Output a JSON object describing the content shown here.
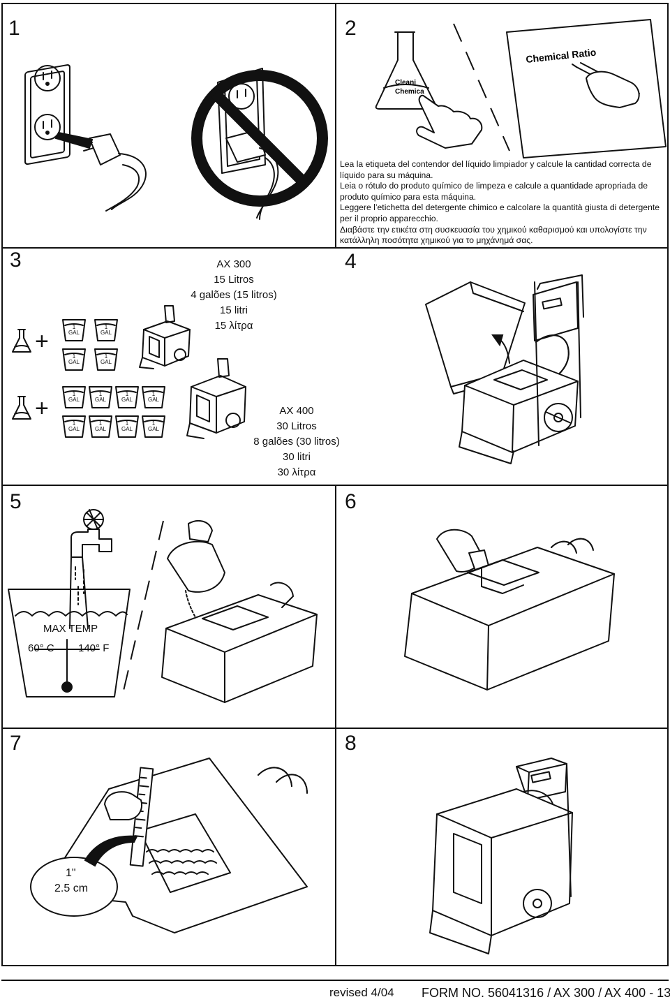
{
  "steps": {
    "s1": "1",
    "s2": "2",
    "s3": "3",
    "s4": "4",
    "s5": "5",
    "s6": "6",
    "s7": "7",
    "s8": "8"
  },
  "step1": {
    "icon": "unplug-icon"
  },
  "step2": {
    "flask_label_1": "Cleani",
    "flask_label_2": "Chemica",
    "sheet_label": "Chemical Ratio",
    "instructions": [
      "Lea la etiqueta del contendor del líquido limpiador y calcule la cantidad correcta de líquido para su máquina.",
      "Leia o rótulo do produto químico de limpeza e calcule a quantidade apropriada de produto químico para esta máquina.",
      "Leggere l’etichetta del detergente chimico e calcolare la quantità giusta di detergente per il proprio apparecchio.",
      "Διαβάστε την ετικέτα στη συσκευασία του χημικού καθαρισμού και υπολογίστε την κατάλληλη ποσότητα χημικού για το μηχάνημά σας."
    ]
  },
  "step3": {
    "ax300": [
      "AX 300",
      "15 Litros",
      "4 galões (15 litros)",
      "15 litri",
      "15 λίτρα"
    ],
    "ax400": [
      "AX 400",
      "30 Litros",
      "8 galões (30 litros)",
      "30 litri",
      "30 λίτρα"
    ],
    "plus": "+",
    "gal_qty": "1",
    "gal_unit": "GAL"
  },
  "step5": {
    "max_temp": "MAX TEMP",
    "temp_c": "60° C",
    "temp_f": "140° F"
  },
  "step7": {
    "depth_in": "1\"",
    "depth_cm": "2.5 cm"
  },
  "footer": {
    "revised": "revised 4/04",
    "form": "FORM NO. 56041316 / AX 300 / AX 400 - 13"
  }
}
